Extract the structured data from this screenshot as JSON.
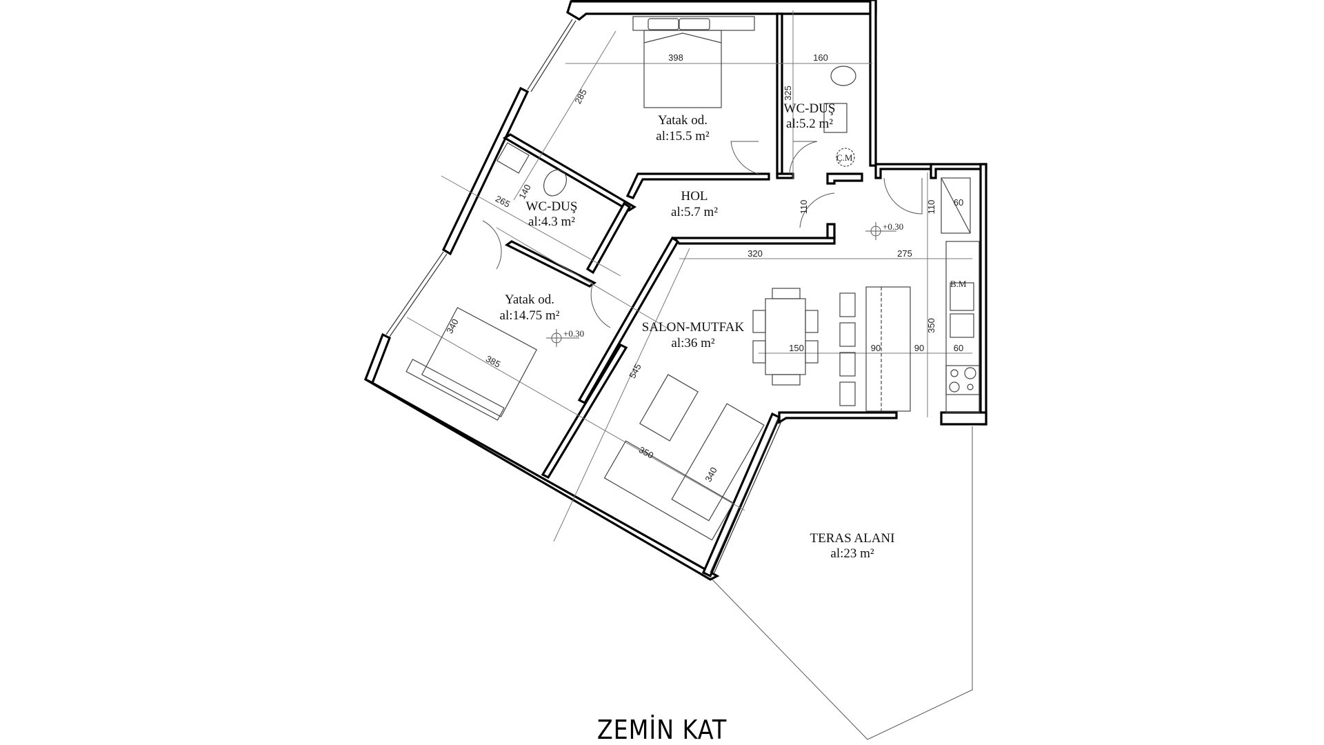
{
  "title": "ZEMİN KAT",
  "rooms": [
    {
      "id": "bedroom-1",
      "name": "Yatak od.",
      "area": "al:15.5 m²"
    },
    {
      "id": "wc-dus-1",
      "name": "WC-DUŞ",
      "area": "al:5.2 m²"
    },
    {
      "id": "wc-dus-2",
      "name": "WC-DUŞ",
      "area": "al:4.3 m²"
    },
    {
      "id": "hol",
      "name": "HOL",
      "area": "al:5.7 m²"
    },
    {
      "id": "bedroom-2",
      "name": "Yatak od.",
      "area": "al:14.75 m²"
    },
    {
      "id": "salon-mutfak",
      "name": "SALON-MUTFAK",
      "area": "al:36 m²"
    },
    {
      "id": "teras",
      "name": "TERAS ALANI",
      "area": "al:23 m²"
    }
  ],
  "dimensions": {
    "bedroom1_width": "398",
    "bedroom1_depth": "285",
    "wc1_width": "160",
    "wc1_depth": "325",
    "wc2_depth": "140",
    "wc2_width": "265",
    "entry_door": "110",
    "closet_depth": "110",
    "closet_width": "60",
    "salon_width": "320",
    "kitchen_width": "275",
    "kitchen_depth": "350",
    "dining_table": "150",
    "bar_1": "90",
    "bar_2": "90",
    "counter": "60",
    "bedroom2_depth": "340",
    "bedroom2_width": "385",
    "salon_depth": "545",
    "living_width": "350",
    "sofa_depth": "340"
  },
  "symbols": {
    "level_hall": "+0.30",
    "level_bedroom2": "+0.30",
    "washing_machine": "Ç.M",
    "dishwasher": "B.M"
  }
}
